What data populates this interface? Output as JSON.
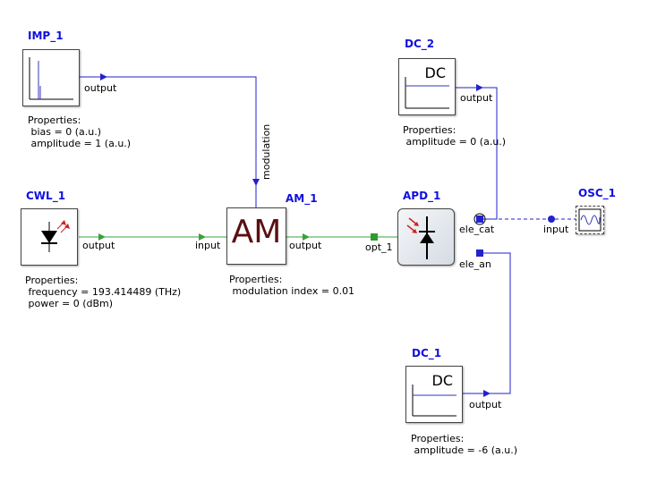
{
  "blocks": {
    "imp": {
      "title": "IMP_1",
      "port_output": "output",
      "props_label": "Properties:",
      "props": [
        "bias = 0 (a.u.)",
        "amplitude = 1 (a.u.)"
      ]
    },
    "dc2": {
      "title": "DC_2",
      "icon_text": "DC",
      "port_output": "output",
      "props_label": "Properties:",
      "props": [
        "amplitude = 0 (a.u.)"
      ]
    },
    "cwl": {
      "title": "CWL_1",
      "port_output": "output",
      "props_label": "Properties:",
      "props": [
        "frequency = 193.414489 (THz)",
        "power = 0 (dBm)"
      ]
    },
    "am": {
      "title": "AM_1",
      "icon_text": "AM",
      "port_input": "input",
      "port_output": "output",
      "port_modulation": "modulation",
      "props_label": "Properties:",
      "props": [
        "modulation index = 0.01"
      ]
    },
    "apd": {
      "title": "APD_1",
      "port_opt": "opt_1",
      "port_cat": "ele_cat",
      "port_an": "ele_an"
    },
    "osc": {
      "title": "OSC_1",
      "port_input": "input"
    },
    "dc1": {
      "title": "DC_1",
      "icon_text": "DC",
      "port_output": "output",
      "props_label": "Properties:",
      "props": [
        "amplitude = -6 (a.u.)"
      ]
    }
  },
  "colors": {
    "title": "#1010e0",
    "optical_wire": "#3aa03a",
    "electrical_wire": "#2222cc",
    "am_text": "#5a1010"
  }
}
